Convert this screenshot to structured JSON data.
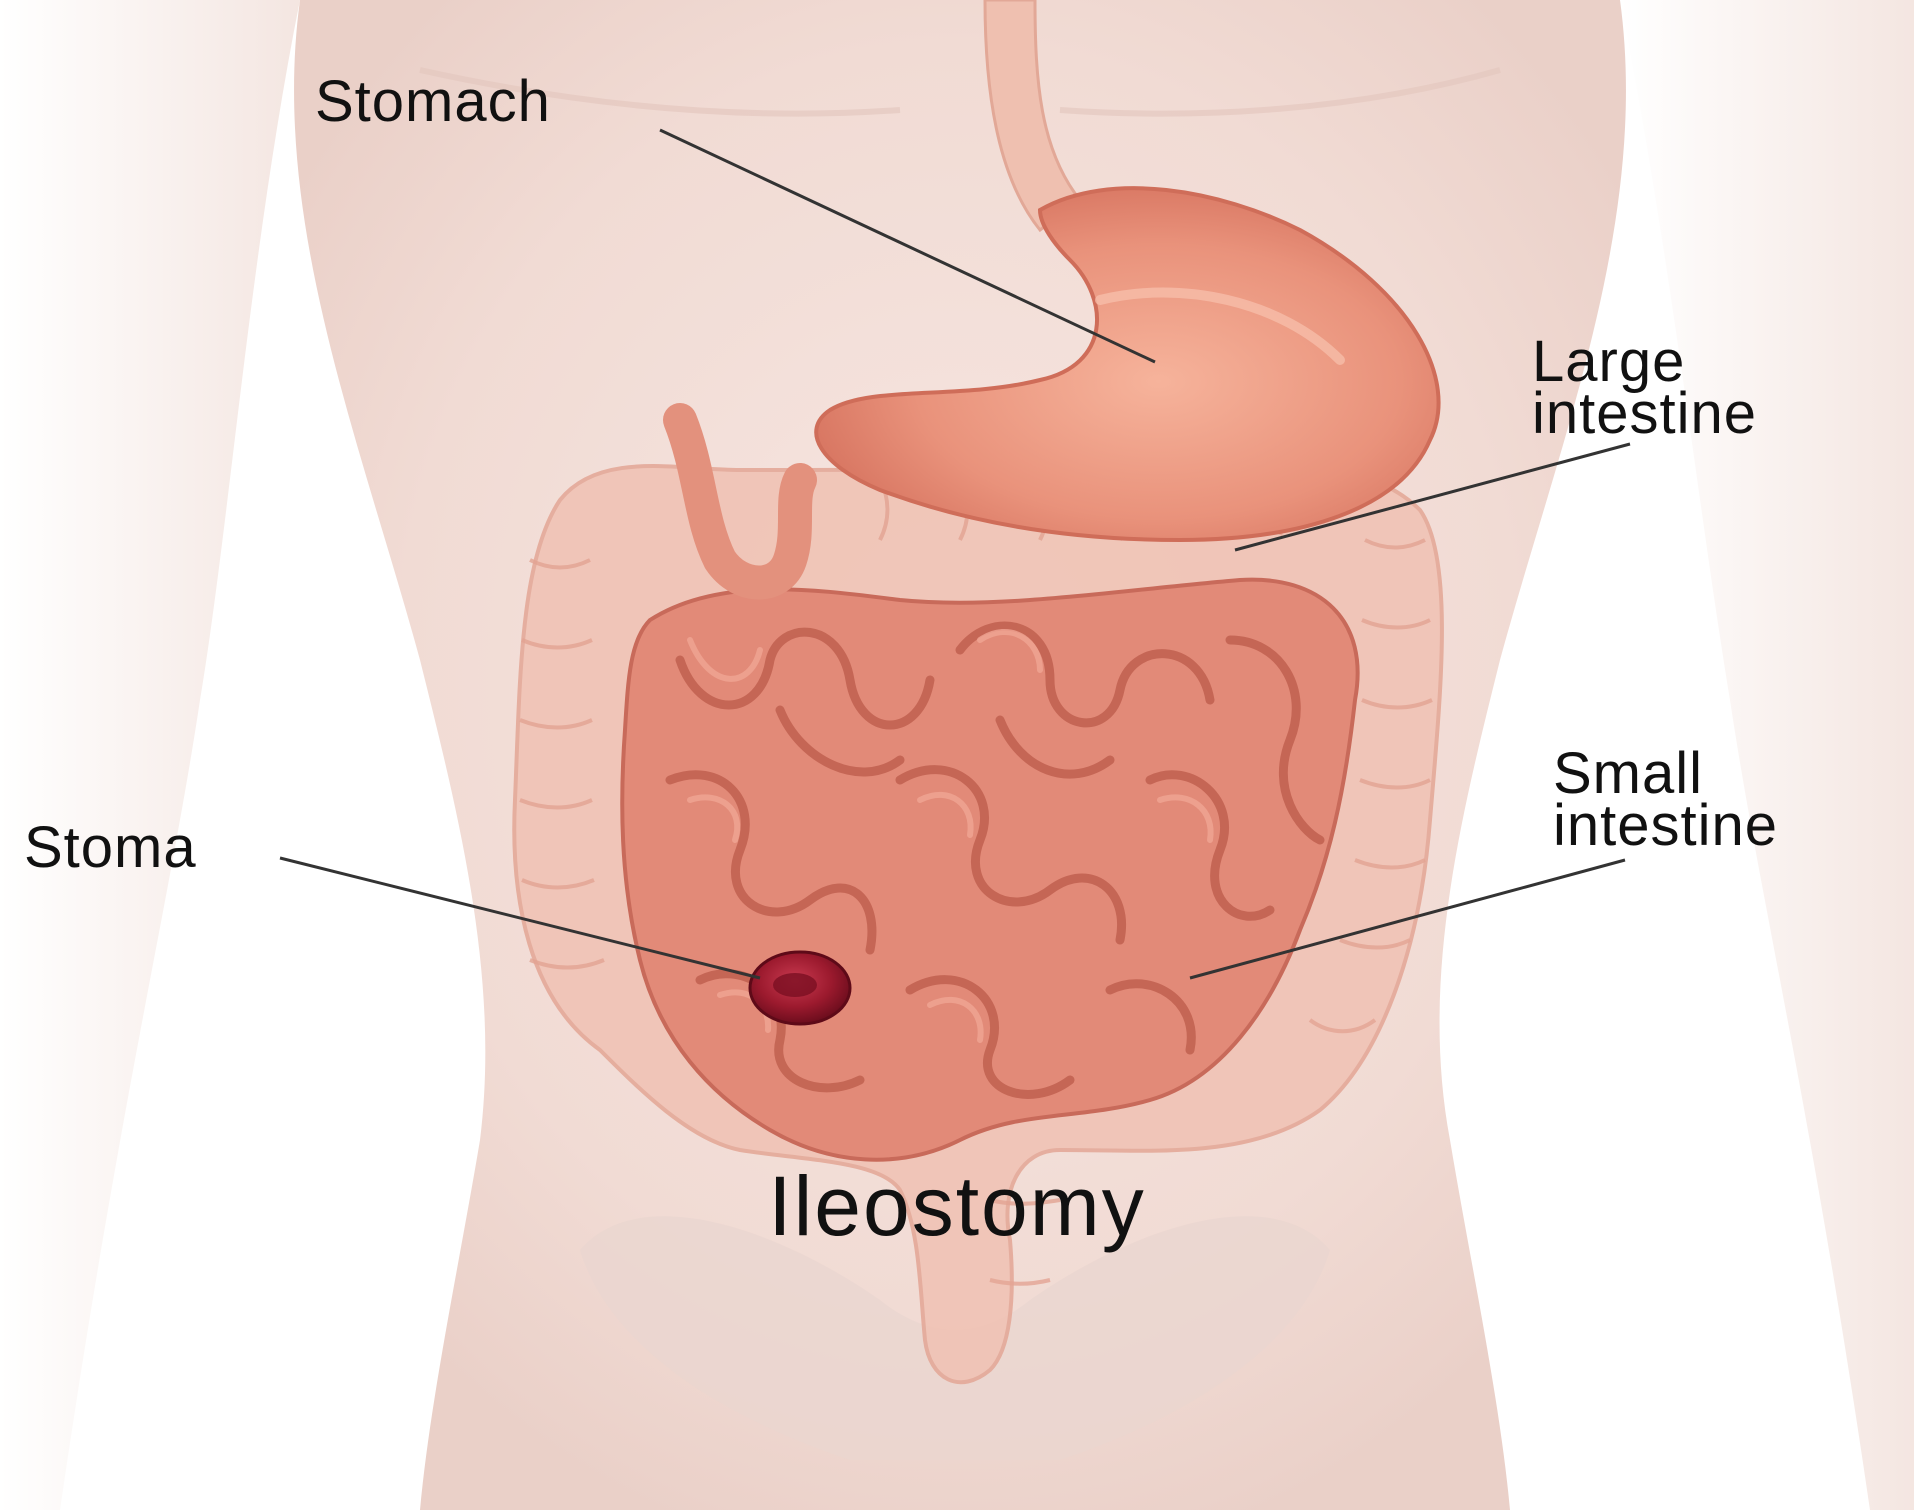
{
  "colors": {
    "background": "#ffffff",
    "skin": "#f3e1dc",
    "skin_shadow": "#e8cfc8",
    "stomach": "#e9967f",
    "small_intestine": "#df8474",
    "large_intestine": "#eebcae",
    "stoma": "#9c1a2e",
    "leader_line": "#333333",
    "text": "#111111"
  },
  "labels": {
    "stomach": "Stomach",
    "large_intestine": [
      "Large",
      "intestine"
    ],
    "stoma": "Stoma",
    "small_intestine": [
      "Small",
      "intestine"
    ]
  },
  "caption": "Ileostomy"
}
